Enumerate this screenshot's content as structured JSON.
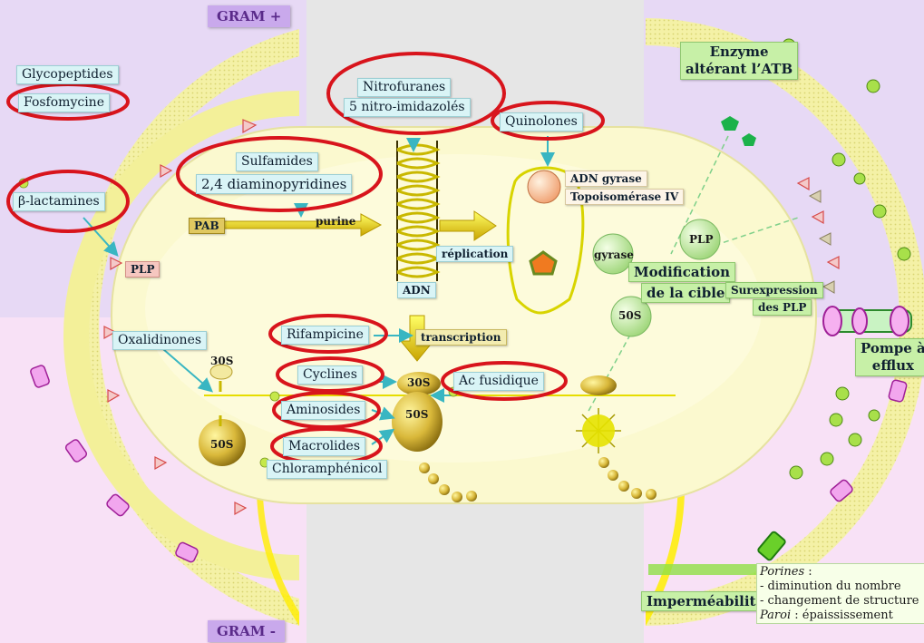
{
  "gram_positive": "GRAM +",
  "gram_negative": "GRAM -",
  "labels": {
    "glycopeptides": "Glycopeptides",
    "fosfomycine": "Fosfomycine",
    "beta_lactamines": "β-lactamines",
    "plp_left": "PLP",
    "oxalidinones": "Oxalidinones",
    "nitrofuranes": "Nitrofuranes",
    "nitro_imidazoles": "5 nitro-imidazolés",
    "sulfamides": "Sulfamides",
    "diaminopyridines": "2,4 diaminopyridines",
    "pab": "PAB",
    "purine": "purine",
    "adn": "ADN",
    "replication": "réplication",
    "quinolones": "Quinolones",
    "adn_gyrase": "ADN gyrase",
    "topoisomerase": "Topoisomérase IV",
    "gyrase": "gyrase",
    "plp_right": "PLP",
    "modification_1": "Modification",
    "modification_2": "de la cible",
    "surexpression_1": "Surexpression",
    "surexpression_2": "des PLP",
    "s50_right": "50S",
    "rifampicine": "Rifampicine",
    "transcription": "transcription",
    "cyclines": "Cyclines",
    "aminosides": "Aminosides",
    "macrolides": "Macrolides",
    "chloramphenicol": "Chloramphénicol",
    "ac_fusidique": "Ac fusidique",
    "s30_left": "30S",
    "s50_left": "50S",
    "s30_center": "30S",
    "s50_center": "50S",
    "enzyme_1": "Enzyme",
    "enzyme_2": "altérant l’ATB",
    "pompe_1": "Pompe à",
    "pompe_2": "efflux",
    "impermeabilite": "Imperméabilité",
    "porines": "Porines",
    "porines_colon": " :",
    "diminution": "- diminution du nombre",
    "changement": "- changement de structure",
    "paroi": "Paroi",
    "paroi_rest": " : épaississement"
  },
  "colors": {
    "gram_pos_bg": "#e7d9f5",
    "gram_neg_bg": "#f8e1f6",
    "cell": "#fbf9cf",
    "wall": "#f2f09c",
    "membrane": "#ffee00",
    "highlight_ring": "#d8141c",
    "label_box": "#d9f4f6",
    "arrow": "#39b6c2",
    "green_box": "#c7f0a7"
  }
}
